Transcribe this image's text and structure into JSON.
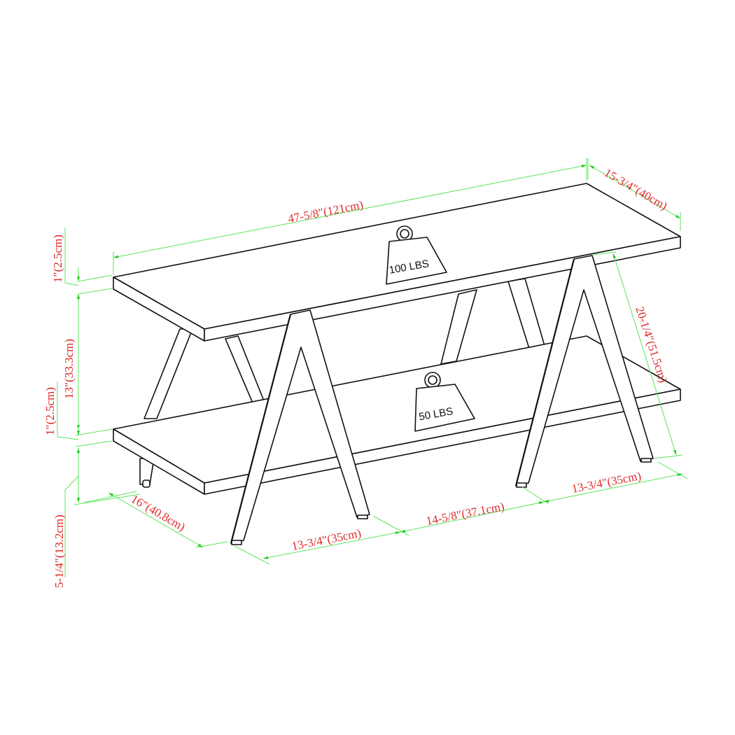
{
  "diagram": {
    "subject": "Two-tier A-frame TV stand",
    "colors": {
      "outline": "#111111",
      "dimension_line": "#5be35b",
      "dimension_arrow": "#22cc22",
      "dimension_text": "#e02a2a",
      "background": "#ffffff"
    }
  },
  "weights": {
    "top_shelf": "100 LBS",
    "bottom_shelf": "50 LBS"
  },
  "dimensions": {
    "overall_width": "47-5/8″(121cm)",
    "overall_depth": "15-3/4″(40cm)",
    "top_thickness": "1″(2.5cm)",
    "shelf_gap": "13″(33.3cm)",
    "bottom_thickness": "1″(2.5cm)",
    "floor_clearance": "5-1/4″(13.2cm)",
    "overall_height": "20-1/4″(51.5cm)",
    "leg_base_depth": "16″(40.8cm)",
    "front_leg_spread_left": "13-3/4″(35cm)",
    "leg_gap_center": "14-5/8″(37.1cm)",
    "front_leg_spread_right": "13-3/4″(35cm)"
  }
}
